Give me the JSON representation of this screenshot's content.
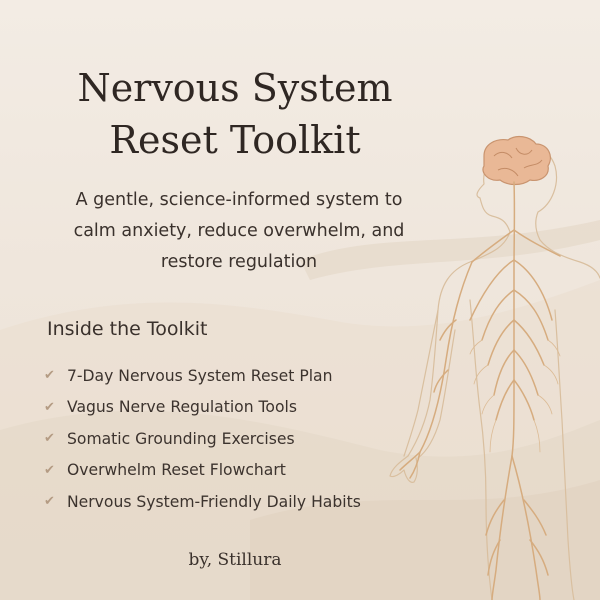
{
  "title": {
    "line1": "Nervous System",
    "line2": "Reset Toolkit"
  },
  "subtitle": {
    "line1": "A gentle, science-informed system to",
    "line2": "calm anxiety, reduce overwhelm, and",
    "line3": "restore regulation"
  },
  "section_heading": "Inside the Toolkit",
  "features": [
    "7-Day Nervous System Reset Plan",
    "Vagus Nerve Regulation Tools",
    "Somatic Grounding Exercises",
    "Overwhelm Reset Flowchart",
    "Nervous System-Friendly Daily Habits"
  ],
  "byline": "by, Stillura",
  "icons": {
    "check": "check-icon",
    "figure": "nervous-system-figure-illustration",
    "brain": "brain-icon"
  },
  "colors": {
    "background": "#efe6dc",
    "text": "#2f2723",
    "accent": "#b49b83",
    "nerve": "#d7b189"
  }
}
